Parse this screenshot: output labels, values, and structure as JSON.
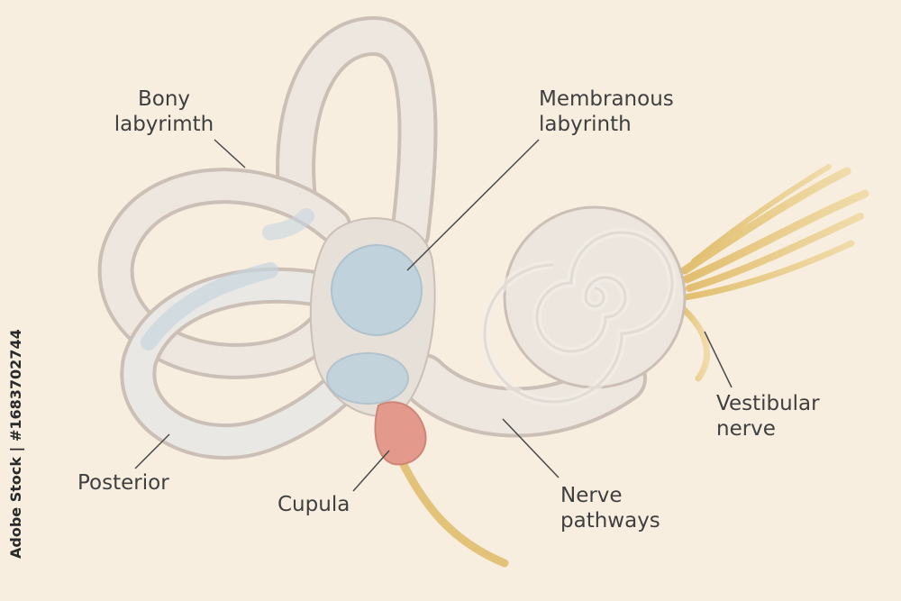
{
  "labels": {
    "bony_line1": "Bony",
    "bony_line2": "labyrimth",
    "membranous_line1": "Membranous",
    "membranous_line2": "labyrinth",
    "vestibular_line1": "Vestibular",
    "vestibular_line2": "nerve",
    "posterior": "Posterior",
    "cupula": "Cupula",
    "nerve_line1": "Nerve",
    "nerve_line2": "pathways"
  },
  "watermark": "Adobe Stock | #1683702744",
  "colors": {
    "background": "#f7eee0",
    "bone": "#ece6df",
    "membrane": "#bcd1dc",
    "cupula": "#e3998b",
    "nerve": "#e6c67c"
  }
}
